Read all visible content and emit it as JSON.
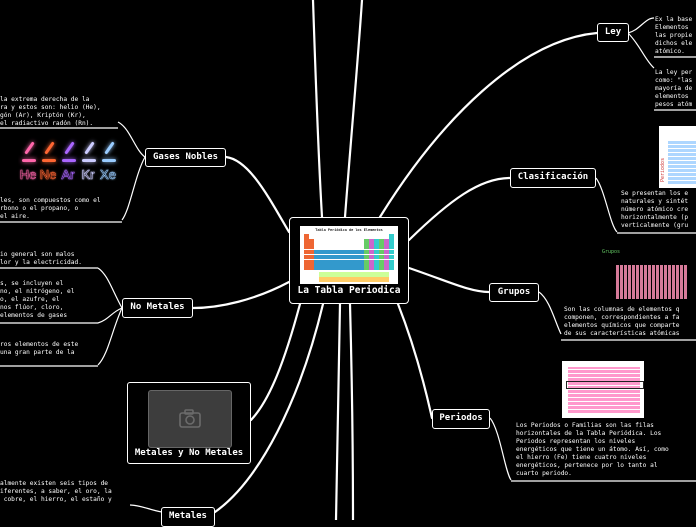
{
  "center": {
    "label": "La Tabla Periodica",
    "thumb_title": "Tabla Periódica de los Elementos"
  },
  "nodes": {
    "ley": "Ley",
    "clasificacion": "Clasificación",
    "grupos": "Grupos",
    "periodos": "Periodos",
    "gases_nobles": "Gases Nobles",
    "no_metales": "No Metales",
    "metales_y_no_metales": "Metales y No Metales",
    "metales": "Metales"
  },
  "notes": {
    "ley_1": "Ex la base\nElementos\nlas propie\ndichos ele\natómico.",
    "ley_2": "La ley per\ncomo: \"las\nmayoría de\nelementos\npesos atóm",
    "clasificacion": "Se presentan los e\nnaturales y sintét\nnúmero atómico cre\nhorizontalmente (p\nverticalmente (gru",
    "grupos": "Son las columnas de elementos q\ncomponen, correspondientes a fa\nelementos químicos que comparte\nde sus características atómicas",
    "periodos": "Los Periodos o Familias son las filas\nhorizontales de la Tabla Periódica. Los\nPeriodos representan los niveles\nenergéticos que tiene un átomo. Así, como\nel hierro (Fe) tiene cuatro niveles\nenergéticos, pertenece por lo tanto al\ncuarto periodo.",
    "gases_1": "la extrema derecha de la\nra y estos son: helio (He),\ngón (Ar), Kriptón (Kr),\nel radiactivo radón (Rn).",
    "gases_2": "les, son compuestos como el\nrbono o el propano, o\nel aire.",
    "nometales_1": "io general son malos\nlor y la electricidad.",
    "nometales_2": "s, se incluyen el\nno, el nitrógeno, el\no, el azufre, el\nnos flúor, cloro,\nelementos de gases",
    "nometales_3": "ros elementos de este\nuna gran parte de la",
    "metales": "almente existen seis tipos de\niferentes, a saber, el oro, la\n cobre, el hierro, el estaño y"
  },
  "gas_symbols": [
    "He",
    "Ne",
    "Ar",
    "Kr",
    "Xe"
  ],
  "images": {
    "clasificacion_label": "Periodos",
    "grupos_label": "Grupos"
  },
  "photo_placeholder": "camera-icon"
}
